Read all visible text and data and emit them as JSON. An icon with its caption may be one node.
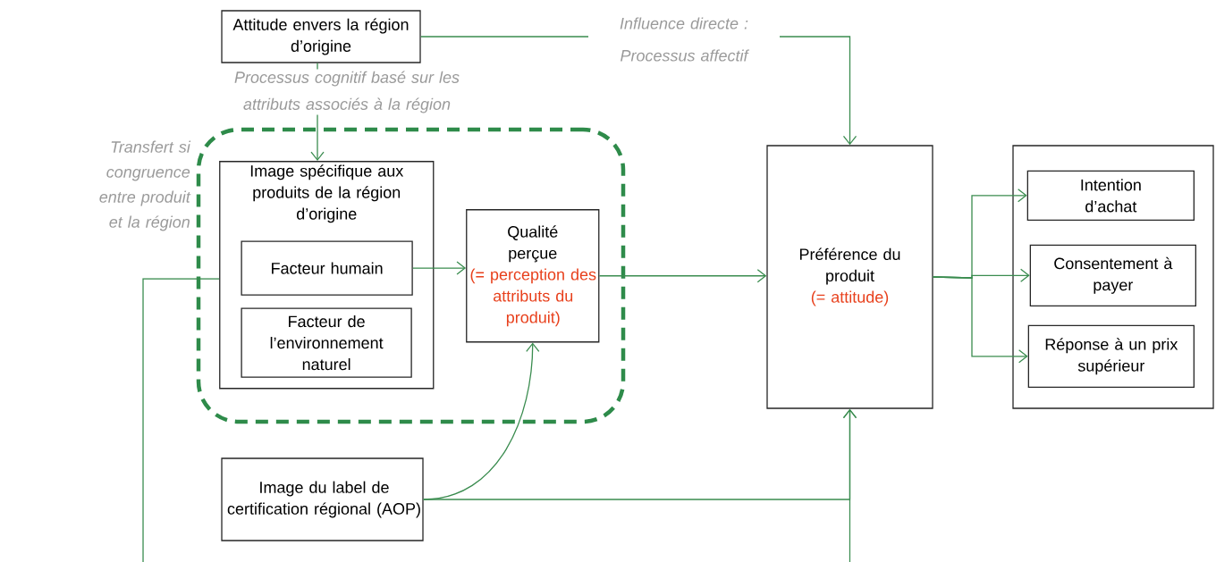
{
  "diagram": {
    "nodes": [
      {
        "text": [
          "Attitude envers la région d’origine"
        ]
      },
      {
        "text": [],
        "shape": "box"
      },
      {
        "text": [
          "Image spécifique aux produits de la région d’origine"
        ],
        "in": 1
      },
      {
        "text": [
          "Facteur humain"
        ],
        "in": 2
      },
      {
        "text": [
          "Facteur de l’environnement naturel"
        ],
        "in": 2
      },
      {
        "text": [
          "Qualité perçue",
          "(= perception des attributs du produit)"
        ],
        "in": 1
      },
      {
        "text": [
          "Image du label de certification régional (AOP)"
        ]
      },
      {
        "text": [
          "Préférence du produit",
          "(= attitude)"
        ]
      },
      {
        "text": [],
        "shape": "box"
      },
      {
        "text": [
          "Intention d’achat"
        ],
        "in": 8
      },
      {
        "text": [
          "Consentement à payer"
        ],
        "in": 8
      },
      {
        "text": [
          "Réponse à un prix supérieur"
        ],
        "in": 8
      }
    ],
    "edges": [
      {
        "from": 0,
        "to": 2,
        "arrow": "to",
        "label": "Processus cognitif basé sur les attributs associés à la région"
      },
      {
        "from": 0,
        "to": 7,
        "arrow": "to",
        "label": "Influence directe : Processus affectif"
      },
      {
        "from": 3,
        "to": 5,
        "arrow": "to"
      },
      {
        "from": 5,
        "to": 7,
        "arrow": "to"
      },
      {
        "from": 6,
        "to": 5,
        "arrow": "to"
      },
      {
        "from": 6,
        "to": 7,
        "arrow": "to"
      },
      {
        "from": 2,
        "to": 7,
        "arrow": "to",
        "label": "Transfert si congruence entre produit et la région"
      },
      {
        "from": 7,
        "to": 9,
        "arrow": "to"
      },
      {
        "from": 7,
        "to": 10,
        "arrow": "to"
      },
      {
        "from": 7,
        "to": 11,
        "arrow": "to"
      }
    ]
  }
}
